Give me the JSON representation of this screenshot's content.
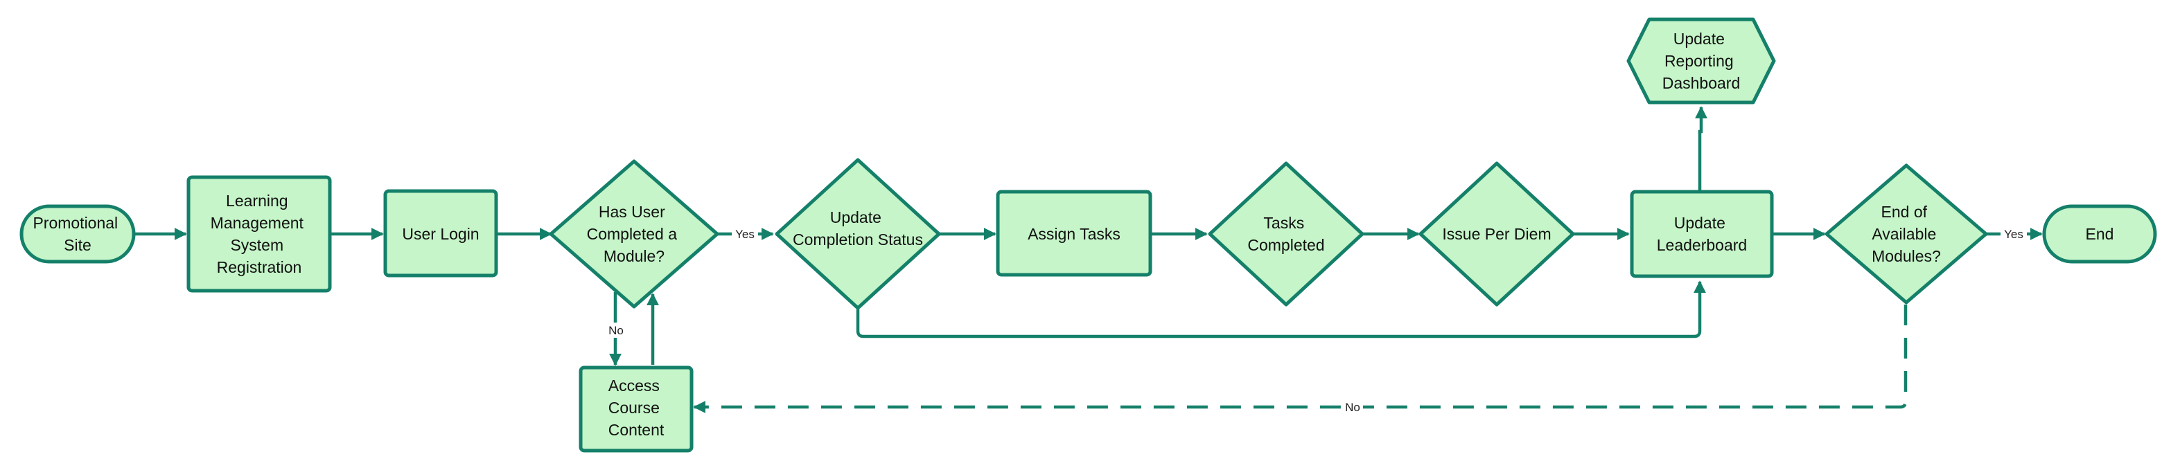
{
  "nodes": {
    "promotional_site": {
      "lines": [
        "Promotional",
        "Site"
      ]
    },
    "lms_registration": {
      "lines": [
        "Learning",
        "Management",
        "System",
        "Registration"
      ]
    },
    "user_login": {
      "lines": [
        "User Login"
      ]
    },
    "completed_module": {
      "lines": [
        "Has User",
        "Completed a",
        "Module?"
      ]
    },
    "access_course": {
      "lines": [
        "Access",
        "Course",
        "Content"
      ]
    },
    "update_completion": {
      "lines": [
        "Update",
        "Completion Status"
      ]
    },
    "assign_tasks": {
      "lines": [
        "Assign Tasks"
      ]
    },
    "tasks_completed": {
      "lines": [
        "Tasks",
        "Completed"
      ]
    },
    "issue_per_diem": {
      "lines": [
        "Issue Per Diem"
      ]
    },
    "update_leaderboard": {
      "lines": [
        "Update",
        "Leaderboard"
      ]
    },
    "update_dashboard": {
      "lines": [
        "Update",
        "Reporting",
        "Dashboard"
      ]
    },
    "end_of_modules": {
      "lines": [
        "End of",
        "Available",
        "Modules?"
      ]
    },
    "end": {
      "lines": [
        "End"
      ]
    }
  },
  "edge_labels": {
    "module_yes": "Yes",
    "module_no": "No",
    "end_yes": "Yes",
    "end_no": "No"
  },
  "colors": {
    "node_fill": "#c5f5c8",
    "node_stroke": "#15806a",
    "edge": "#15806a"
  }
}
